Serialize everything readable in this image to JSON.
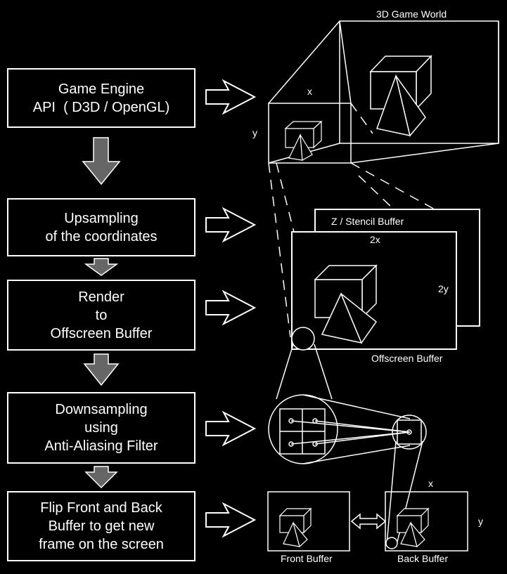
{
  "steps": [
    {
      "lines": [
        "Game Engine",
        "API  ( D3D / OpenGL)"
      ]
    },
    {
      "lines": [
        "Upsampling",
        "of the coordinates"
      ]
    },
    {
      "lines": [
        "Render",
        "to",
        "Offscreen Buffer"
      ]
    },
    {
      "lines": [
        "Downsampling",
        "using",
        "Anti-Aliasing Filter"
      ]
    },
    {
      "lines": [
        "Flip Front and Back",
        "Buffer to get new",
        "frame on the screen"
      ]
    }
  ],
  "labels": {
    "world": "3D Game World",
    "world_x": "x",
    "world_y": "y",
    "zbuffer": "Z / Stencil Buffer",
    "off_2x": "2x",
    "off_2y": "2y",
    "offscreen": "Offscreen Buffer",
    "front": "Front Buffer",
    "back": "Back Buffer",
    "back_x": "x",
    "back_y": "y"
  },
  "colors": {
    "background": "#000000",
    "line": "#ffffff",
    "arrow_down": "#666666"
  }
}
